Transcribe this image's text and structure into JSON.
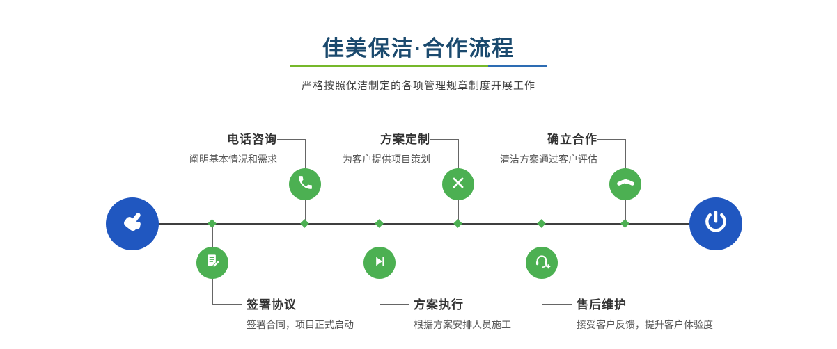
{
  "page": {
    "title": "佳美保洁·合作流程",
    "subtitle": "严格按照保洁制定的各项管理规章制度开展工作"
  },
  "steps": {
    "top": [
      {
        "title": "电话咨询",
        "desc": "阐明基本情况和需求",
        "icon": "phone-call-icon"
      },
      {
        "title": "方案定制",
        "desc": "为客户提供项目策划",
        "icon": "crossed-pens-icon"
      },
      {
        "title": "确立合作",
        "desc": "清洁方案通过客户评估",
        "icon": "handshake-icon"
      }
    ],
    "bottom": [
      {
        "title": "签署协议",
        "desc": "签署合同，项目正式启动",
        "icon": "signed-document-icon"
      },
      {
        "title": "方案执行",
        "desc": "根据方案安排人员施工",
        "icon": "play-next-icon"
      },
      {
        "title": "售后维护",
        "desc": "接受客户反馈，提升客户体验度",
        "icon": "headset-plus-icon"
      }
    ]
  },
  "terminals": {
    "start_icon": "pointing-hand-icon",
    "end_icon": "power-icon"
  },
  "colors": {
    "title_navy": "#1b4a6e",
    "accent_green": "#4cb052",
    "accent_blue": "#2057c0",
    "underline_green": "#76b82a",
    "underline_blue": "#2d6cb3",
    "line_dark": "#3f3f3f"
  }
}
